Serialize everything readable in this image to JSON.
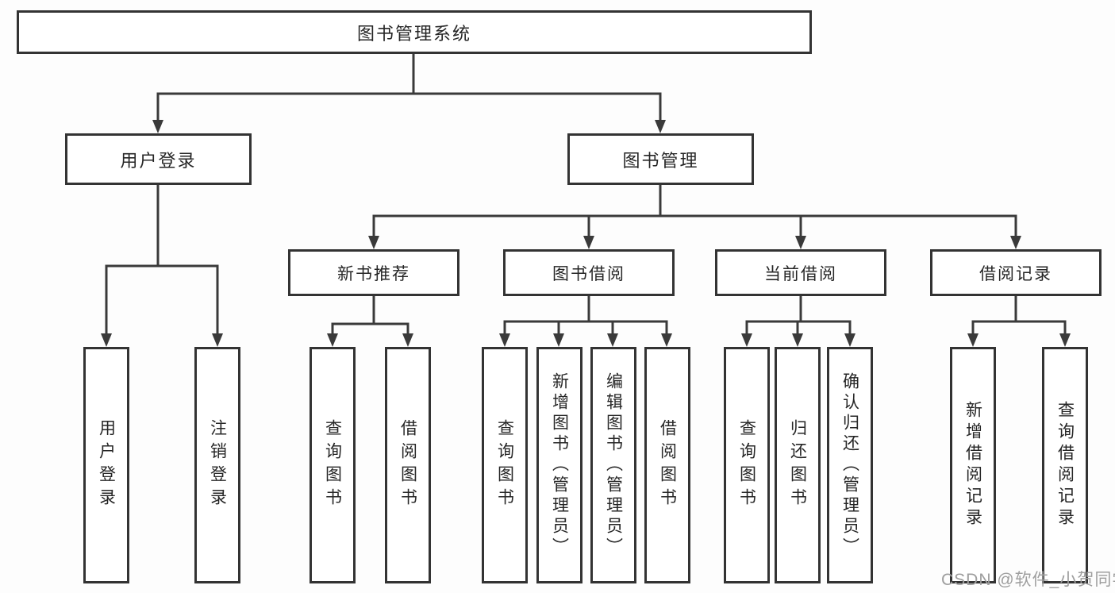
{
  "diagram": {
    "watermark": "CSDN @软件_小贺同学",
    "colors": {
      "background": "#fdfdfd",
      "border": "#333333",
      "line": "#3a3a3a",
      "text": "#262626",
      "watermark": "#9e9e9e"
    },
    "tree": {
      "label": "图书管理系统",
      "children": [
        {
          "label": "用户登录",
          "children": [
            {
              "label": "用户登录"
            },
            {
              "label": "注销登录"
            }
          ]
        },
        {
          "label": "图书管理",
          "children": [
            {
              "label": "新书推荐",
              "children": [
                {
                  "label": "查询图书"
                },
                {
                  "label": "借阅图书"
                }
              ]
            },
            {
              "label": "图书借阅",
              "children": [
                {
                  "label": "查询图书"
                },
                {
                  "label": "新增图书（管理员）"
                },
                {
                  "label": "编辑图书（管理员）"
                },
                {
                  "label": "借阅图书"
                }
              ]
            },
            {
              "label": "当前借阅",
              "children": [
                {
                  "label": "查询图书"
                },
                {
                  "label": "归还图书"
                },
                {
                  "label": "确认归还（管理员）"
                }
              ]
            },
            {
              "label": "借阅记录",
              "children": [
                {
                  "label": "新增借阅记录"
                },
                {
                  "label": "查询借阅记录"
                }
              ]
            }
          ]
        }
      ]
    }
  }
}
